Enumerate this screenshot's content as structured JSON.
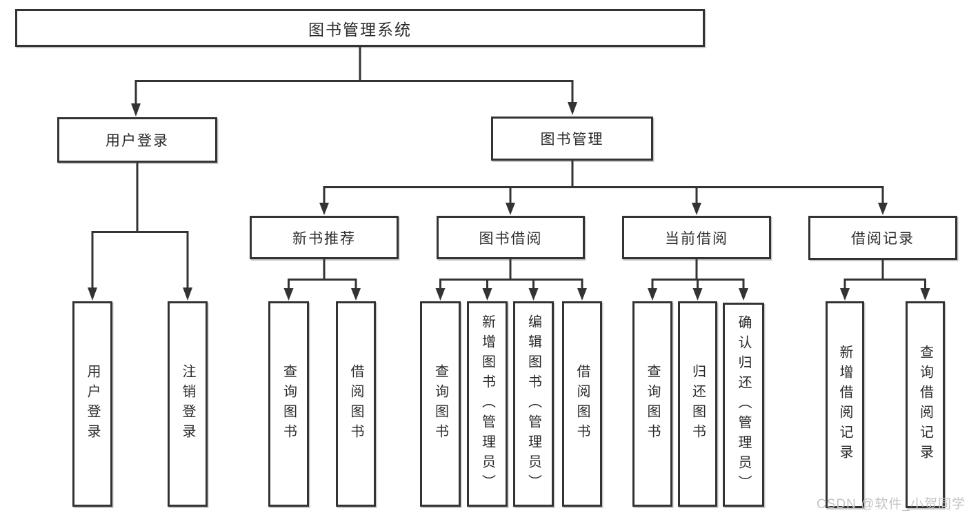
{
  "tree": {
    "root": {
      "label": "图书管理系统",
      "children": [
        {
          "label": "用户登录",
          "children": [
            {
              "label": "用户登录"
            },
            {
              "label": "注销登录"
            }
          ]
        },
        {
          "label": "图书管理",
          "children": [
            {
              "label": "新书推荐",
              "children": [
                {
                  "label": "查询图书"
                },
                {
                  "label": "借阅图书"
                }
              ]
            },
            {
              "label": "图书借阅",
              "children": [
                {
                  "label": "查询图书"
                },
                {
                  "label": "新增图书（管理员）"
                },
                {
                  "label": "编辑图书（管理员）"
                },
                {
                  "label": "借阅图书"
                }
              ]
            },
            {
              "label": "当前借阅",
              "children": [
                {
                  "label": "查询图书"
                },
                {
                  "label": "归还图书"
                },
                {
                  "label": "确认归还（管理员）"
                }
              ]
            },
            {
              "label": "借阅记录",
              "children": [
                {
                  "label": "新增借阅记录"
                },
                {
                  "label": "查询借阅记录"
                }
              ]
            }
          ]
        }
      ]
    }
  },
  "watermark": {
    "text": "CSDN @软件_小贺同学"
  },
  "colors": {
    "line": "#333333",
    "box_border": "#333333",
    "text": "#2b2b2b",
    "background": "#ffffff",
    "watermark_text": "#c4c4c4"
  }
}
